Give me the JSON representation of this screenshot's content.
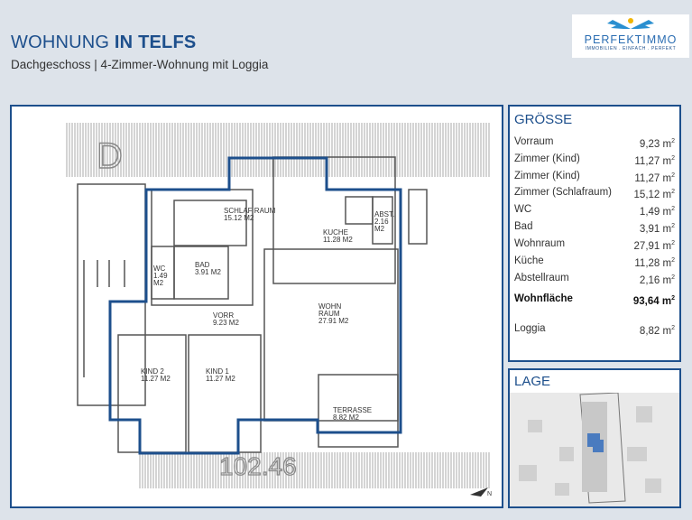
{
  "header": {
    "title_light": "WOHNUNG ",
    "title_bold": "IN TELFS",
    "subtitle": "Dachgeschoss | 4-Zimmer-Wohnung mit Loggia"
  },
  "logo": {
    "name": "PERFEKTIMMO",
    "tagline": "IMMOBILIEN . EINFACH . PERFEKT"
  },
  "plan": {
    "rooms": [
      {
        "name": "SCHLAF RAUM",
        "area": "15.12 M2"
      },
      {
        "name": "KUCHE",
        "area": "11.28 M2"
      },
      {
        "name": "ABST.",
        "area": "2.16 M2"
      },
      {
        "name": "WC",
        "area": "1.49 M2"
      },
      {
        "name": "BAD",
        "area": "3.91 M2"
      },
      {
        "name": "VORR",
        "area": "9.23 M2"
      },
      {
        "name": "WOHN RAUM",
        "area": "27.91 M2"
      },
      {
        "name": "KIND 2",
        "area": "11.27 M2"
      },
      {
        "name": "KIND 1",
        "area": "11.27 M2"
      },
      {
        "name": "TERRASSE",
        "area": "8.82 M2"
      }
    ],
    "elevation": "102.46",
    "north": "N"
  },
  "groesse": {
    "heading": "GRÖSSE",
    "items": [
      {
        "label": "Vorraum",
        "value": "9,23 m"
      },
      {
        "label": "Zimmer (Kind)",
        "value": "11,27 m"
      },
      {
        "label": "Zimmer (Kind)",
        "value": "11,27 m"
      },
      {
        "label": "Zimmer (Schlafraum)",
        "value": "15,12 m"
      },
      {
        "label": "WC",
        "value": "1,49 m"
      },
      {
        "label": "Bad",
        "value": "3,91 m"
      },
      {
        "label": "Wohnraum",
        "value": "27,91 m"
      },
      {
        "label": "Küche",
        "value": "11,28 m"
      },
      {
        "label": "Abstellraum",
        "value": "2,16 m"
      }
    ],
    "total_label": "Wohnfläche",
    "total_value": "93,64 m",
    "loggia_label": "Loggia",
    "loggia_value": "8,82 m",
    "unit_exp": "2"
  },
  "lage": {
    "heading": "LAGE"
  },
  "colors": {
    "accent": "#1d4f8c",
    "outline": "#1d4f8c"
  }
}
